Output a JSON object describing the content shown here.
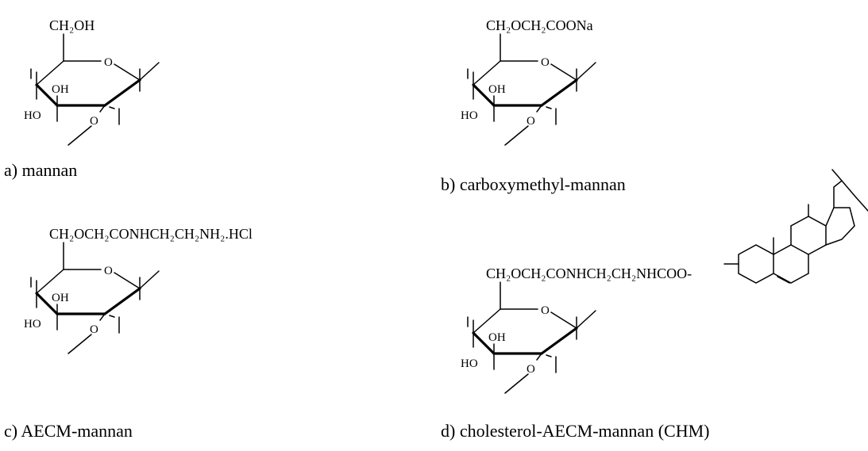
{
  "structures": [
    {
      "id": "a",
      "caption": "a) mannan",
      "substituent": "CH₂OH"
    },
    {
      "id": "b",
      "caption": "b) carboxymethyl-mannan",
      "substituent": "CH₂OCH₂COONa"
    },
    {
      "id": "c",
      "caption": "c) AECM-mannan",
      "substituent": "CH₂OCH₂CONHCH₂CH₂NH₂.HCl"
    },
    {
      "id": "d",
      "caption": "d) cholesterol-AECM-mannan (CHM)",
      "substituent": "CH₂OCH₂CONHCH₂CH₂NHCOO-"
    }
  ],
  "atoms": {
    "ring_oxygen": "O",
    "glycosidic_oxygen": "O",
    "hydroxyl": "OH",
    "ho": "HO"
  }
}
